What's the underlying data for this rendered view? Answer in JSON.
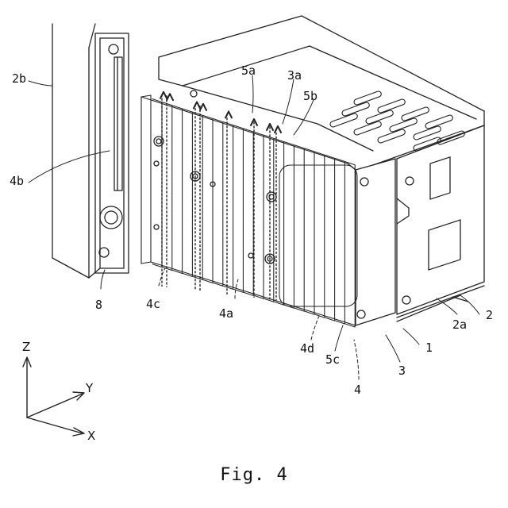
{
  "caption": "Fig. 4",
  "axes": {
    "z": "Z",
    "y": "Y",
    "x": "X"
  },
  "labels": {
    "l2b": "2b",
    "l4b": "4b",
    "l5a": "5a",
    "l3a": "3a",
    "l5b": "5b",
    "l8": "8",
    "l4c": "4c",
    "l4a": "4a",
    "l4d": "4d",
    "l5c": "5c",
    "l4": "4",
    "l3": "3",
    "l1": "1",
    "l2a": "2a",
    "l2": "2"
  },
  "colors": {
    "line": "#222222",
    "background": "#ffffff"
  }
}
